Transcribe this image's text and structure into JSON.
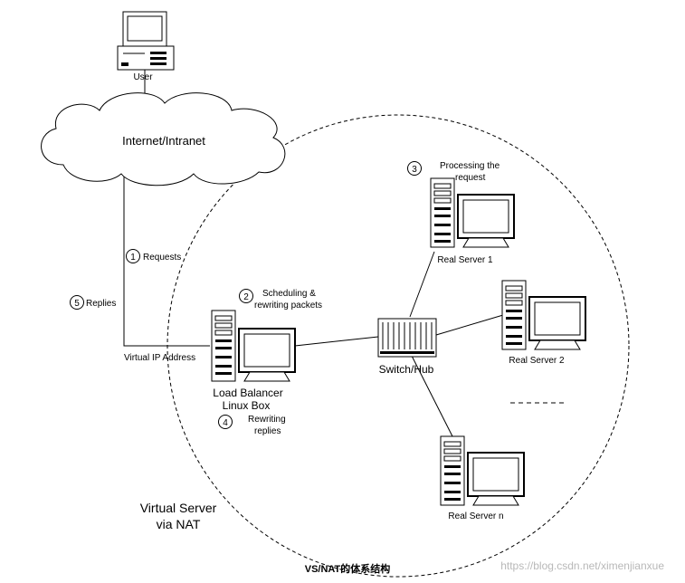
{
  "labels": {
    "user": "User",
    "cloud": "Internet/Intranet",
    "virtual_ip": "Virtual IP Address",
    "load_balancer_1": "Load Balancer",
    "load_balancer_2": "Linux Box",
    "switch_hub": "Switch/Hub",
    "real_server_1": "Real Server 1",
    "real_server_2": "Real Server 2",
    "real_server_n": "Real Server n",
    "title_1": "Virtual Server",
    "title_2": "via NAT",
    "caption": "VS/NAT的体系结构",
    "watermark": "https://blog.csdn.net/ximenjianxue"
  },
  "steps": [
    {
      "number": "1",
      "lines": [
        "Requests"
      ]
    },
    {
      "number": "2",
      "lines": [
        "Scheduling &",
        "rewriting packets"
      ]
    },
    {
      "number": "3",
      "lines": [
        "Processing the",
        "request"
      ]
    },
    {
      "number": "4",
      "lines": [
        "Rewriting",
        "replies"
      ]
    },
    {
      "number": "5",
      "lines": [
        "Replies"
      ]
    }
  ]
}
